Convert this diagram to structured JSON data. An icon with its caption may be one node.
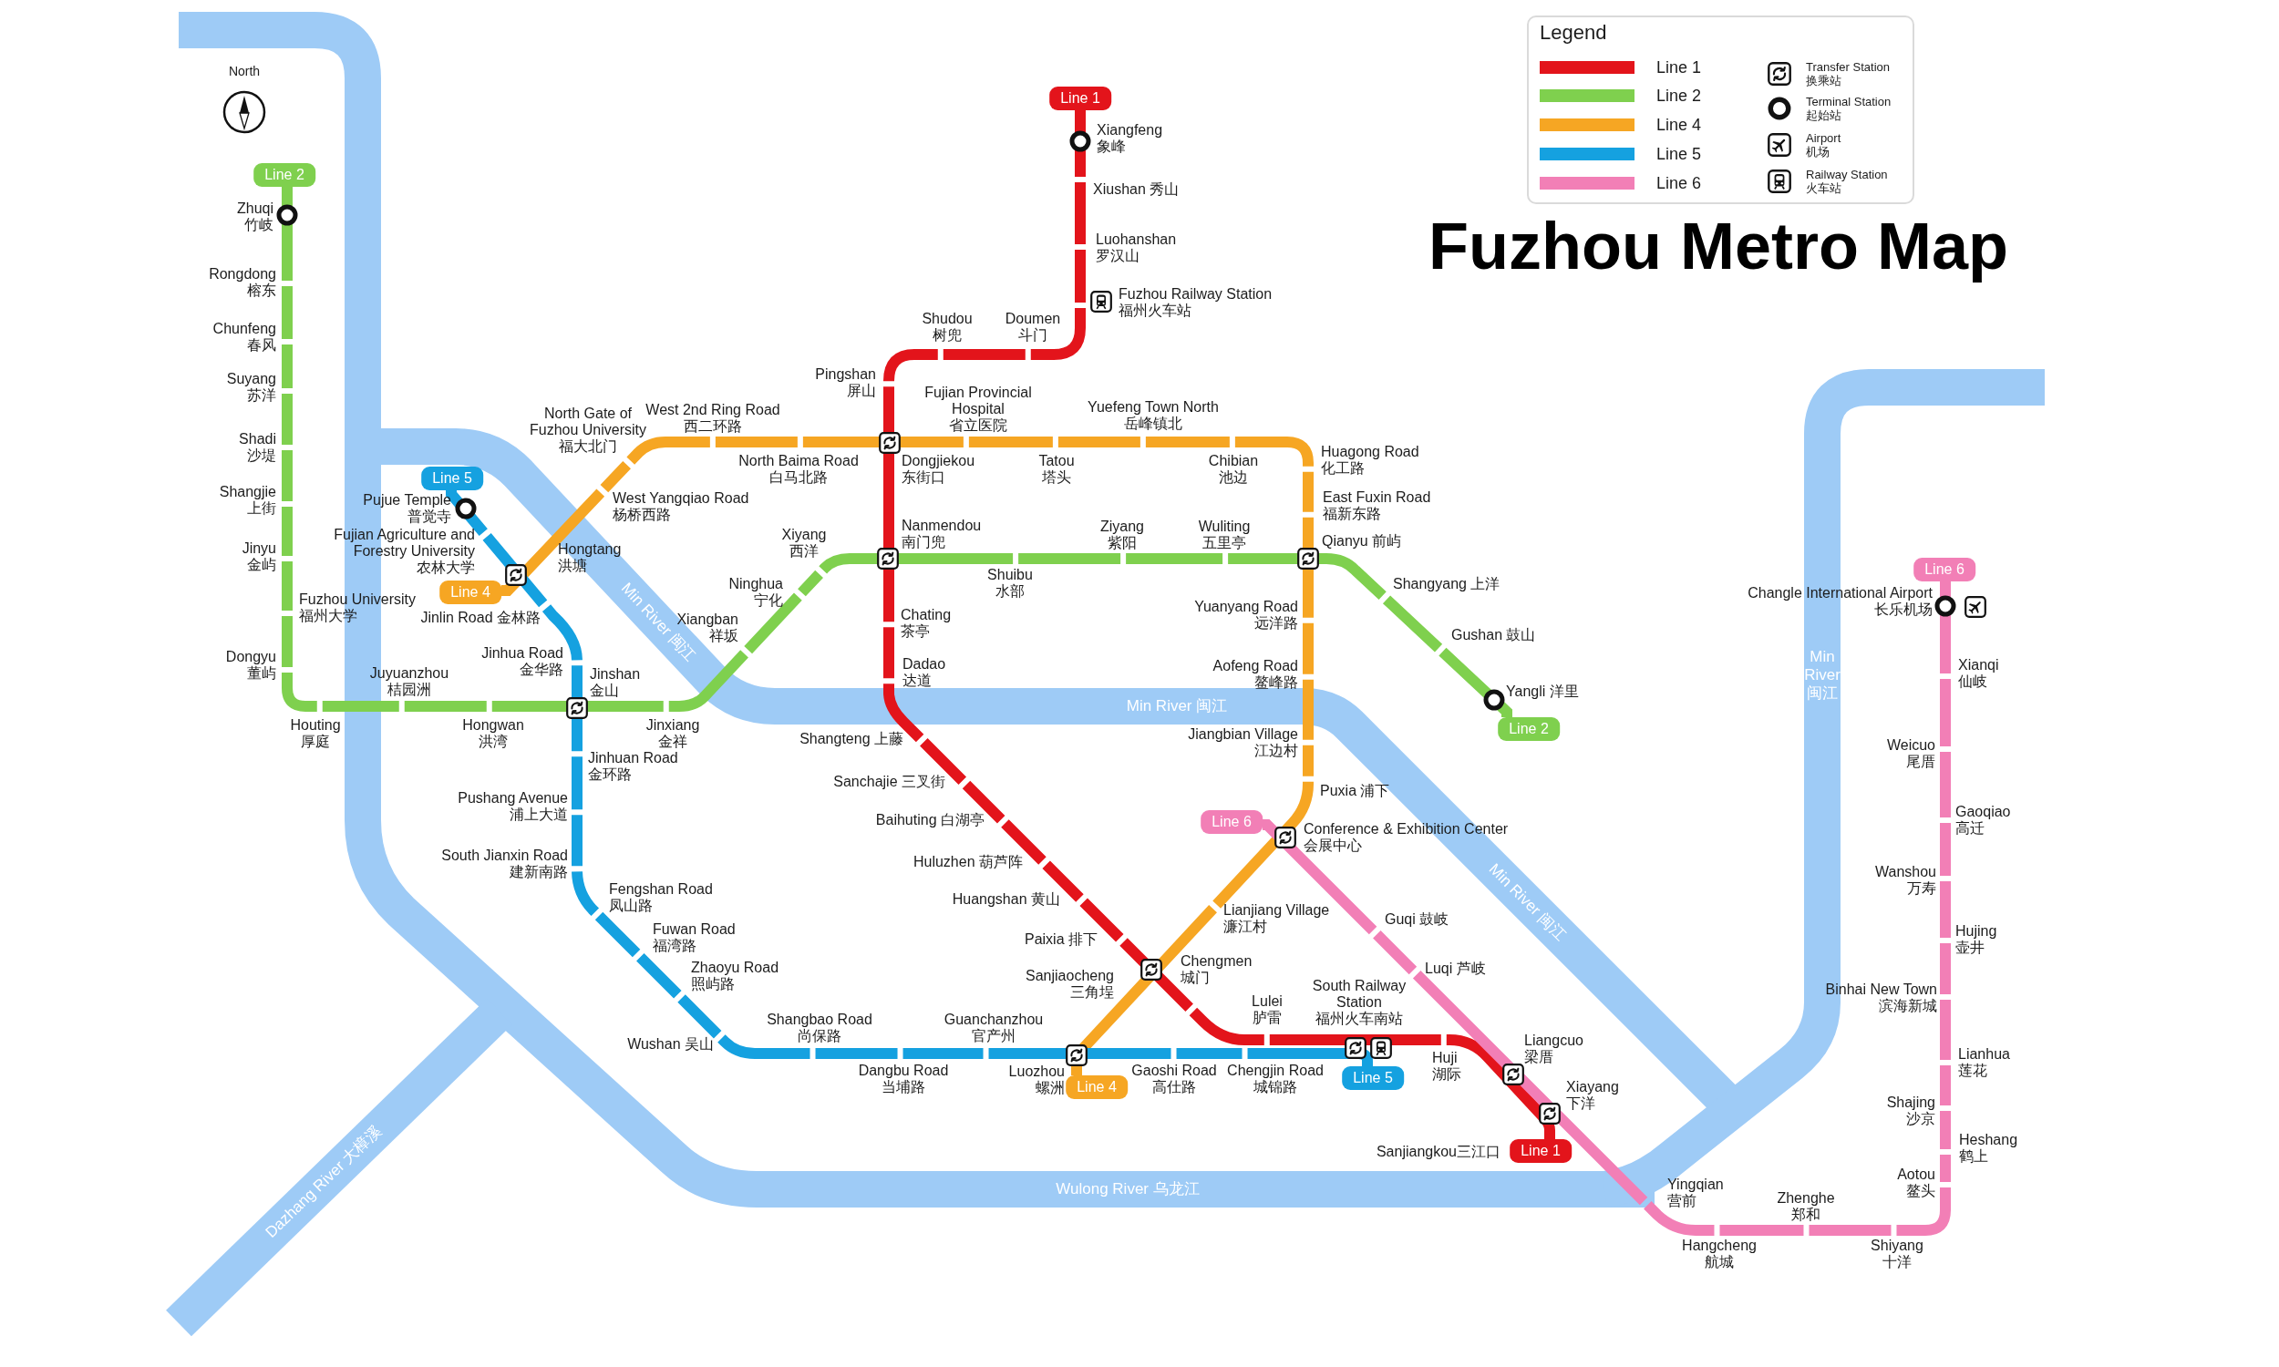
{
  "diagram": {
    "title": "Fuzhou Metro Map",
    "nodes": [
      {
        "text": [
          "Line 1"
        ]
      },
      {
        "text": [
          "Line 2"
        ]
      },
      {
        "text": [
          "Line 5"
        ]
      },
      {
        "text": [
          "Line 6"
        ]
      },
      {
        "text": [
          "Line 4"
        ]
      },
      {
        "text": [
          "Line 2"
        ]
      },
      {
        "text": [
          "Line 6"
        ]
      },
      {
        "text": [
          "Line 4"
        ]
      },
      {
        "text": [
          "Line 5"
        ]
      },
      {
        "text": [
          "Line 1"
        ]
      }
    ],
    "edges": [
      {
        "from": 0,
        "to": 9,
        "arrow": "none",
        "color": "#e3141b"
      },
      {
        "from": 1,
        "to": 5,
        "arrow": "none",
        "color": "#7fd04e"
      },
      {
        "from": 4,
        "to": 7,
        "arrow": "none",
        "color": "#f6a623"
      },
      {
        "from": 2,
        "to": 8,
        "arrow": "none",
        "color": "#15a1e0"
      },
      {
        "from": 3,
        "to": 6,
        "arrow": "none",
        "color": "#f27fb6"
      }
    ],
    "labels": [
      "North",
      "Legend",
      "Xiangfeng",
      "象峰",
      "Xiushan 秀山",
      "Luohanshan",
      "罗汉山",
      "Fuzhou Railway Station",
      "福州火车站",
      "Shudou",
      "树兜",
      "Doumen",
      "斗门",
      "Pingshan",
      "屏山",
      "Dongjiekou",
      "东街口",
      "Nanmendou",
      "南门兜",
      "Chating",
      "茶亭",
      "Dadao",
      "达道",
      "Shangteng 上藤",
      "Sanchajie 三叉街",
      "Baihuting 白湖亭",
      "Huluzhen 葫芦阵",
      "Huangshan 黄山",
      "Paixia 排下",
      "Chengmen",
      "城门",
      "Sanjiaocheng",
      "三角埕",
      "Lulei",
      "胪雷",
      "South Railway Station",
      "福州火车南站",
      "Huji",
      "湖际",
      "Liangcuo",
      "梁厝",
      "Xiayang",
      "下洋",
      "Sanjiangkou三江口",
      "Zhuqi",
      "竹岐",
      "Rongdong",
      "榕东",
      "Chunfeng",
      "春风",
      "Suyang",
      "苏洋",
      "Shadi",
      "沙堤",
      "Shangjie",
      "上街",
      "Jinyu",
      "金屿",
      "Fuzhou University",
      "福州大学",
      "Dongyu",
      "董屿",
      "Houting",
      "厚庭",
      "Juyuanzhou",
      "桔园洲",
      "Hongwan",
      "洪湾",
      "Jinshan",
      "金山",
      "Jinxiang",
      "金祥",
      "Xiangban",
      "祥坂",
      "Ninghua",
      "宁化",
      "Xiyang",
      "西洋",
      "Shuibu",
      "水部",
      "Ziyang",
      "紫阳",
      "Wuliting",
      "五里亭",
      "Qianyu 前屿",
      "Shangyang 上洋",
      "Gushan 鼓山",
      "Yangli 洋里",
      "North Gate of Fuzhou University",
      "福大北门",
      "West 2nd Ring Road",
      "西二环路",
      "West Yangqiao Road",
      "杨桥西路",
      "North Baima Road",
      "白马北路",
      "Hongtang",
      "洪塘",
      "Fujian Provincial Hospital",
      "省立医院",
      "Tatou",
      "塔头",
      "Yuefeng Town North",
      "岳峰镇北",
      "Chibian",
      "池边",
      "Huagong Road",
      "化工路",
      "East Fuxin Road",
      "福新东路",
      "Yuanyang Road",
      "远洋路",
      "Aofeng Road",
      "鳌峰路",
      "Jiangbian Village",
      "江边村",
      "Puxia 浦下",
      "Conference & Exhibition Center",
      "会展中心",
      "Lianjiang Village",
      "濂江村",
      "Luozhou",
      "螺洲",
      "Pujue Temple",
      "普觉寺",
      "Fujian Agriculture and Forestry University",
      "农林大学",
      "Jinlin Road 金林路",
      "Jinhua Road",
      "金华路",
      "Jinhuan Road",
      "金环路",
      "Pushang Avenue",
      "浦上大道",
      "South Jianxin Road",
      "建新南路",
      "Fengshan Road",
      "凤山路",
      "Fuwan Road",
      "福湾路",
      "Zhaoyu Road",
      "照屿路",
      "Wushan 吴山",
      "Shangbao Road",
      "尚保路",
      "Dangbu Road",
      "当埔路",
      "Guanchanzhou",
      "官产州",
      "Gaoshi Road",
      "高仕路",
      "Chengjin Road",
      "城锦路",
      "Guqi 鼓岐",
      "Luqi 芦岐",
      "Changle International Airport",
      "长乐机场",
      "Xianqi",
      "仙岐",
      "Weicuo",
      "尾厝",
      "Gaoqiao",
      "高迁",
      "Wanshou",
      "万寿",
      "Hujing",
      "壶井",
      "Binhai New Town",
      "滨海新城",
      "Lianhua",
      "莲花",
      "Shajing",
      "沙京",
      "Heshang",
      "鹤上",
      "Aotou",
      "鳌头",
      "Shiyang",
      "十洋",
      "Zhenghe",
      "郑和",
      "Hangcheng",
      "航城",
      "Yingqian",
      "营前",
      "Min River 闽江",
      "Min River 闽江",
      "Min River 闽江",
      "Min River 闽江",
      "Wulong River 乌龙江",
      "Dazhang River 大樟溪"
    ],
    "legend": [
      {
        "text": "Line 1",
        "color": "#e3141b"
      },
      {
        "text": "Line 2",
        "color": "#7fd04e"
      },
      {
        "text": "Line 4",
        "color": "#f6a623"
      },
      {
        "text": "Line 5",
        "color": "#15a1e0"
      },
      {
        "text": "Line 6",
        "color": "#f27fb6"
      },
      {
        "text": "Transfer Station 换乘站"
      },
      {
        "text": "Terminal Station 起始站"
      },
      {
        "text": "Airport 机场"
      },
      {
        "text": "Railway Station 火车站"
      }
    ]
  }
}
